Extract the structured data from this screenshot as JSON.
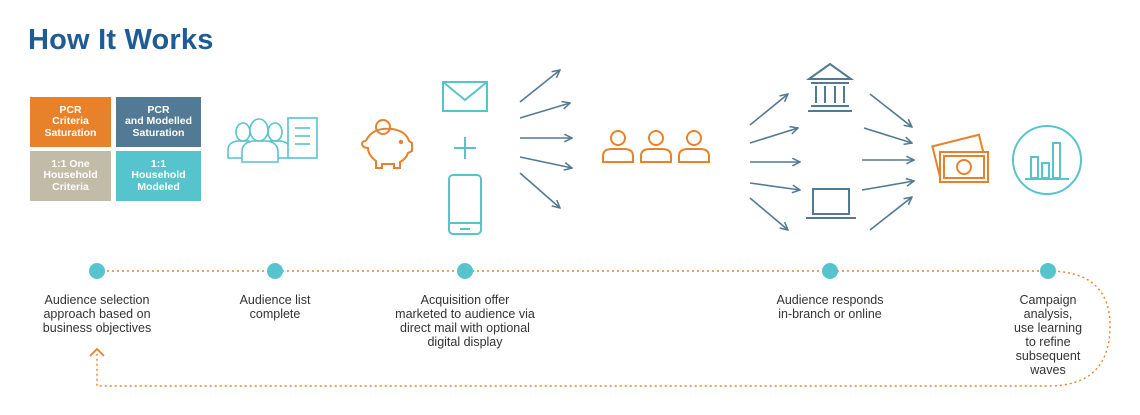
{
  "title": "How It Works",
  "segments": [
    {
      "label": "PCR\nCriteria\nSaturation",
      "color": "#e8822a"
    },
    {
      "label": "PCR\nand Modelled\nSaturation",
      "color": "#537a94"
    },
    {
      "label": "1:1 One\nHousehold\nCriteria",
      "color": "#c2bba8"
    },
    {
      "label": "1:1\nHousehold\nModeled",
      "color": "#56c4cc"
    }
  ],
  "steps": [
    {
      "label": "Audience selection\napproach based on\nbusiness objectives"
    },
    {
      "label": "Audience list\ncomplete"
    },
    {
      "label": "Acquisition offer\nmarketed to audience via\ndirect mail with optional\ndigital display"
    },
    {
      "label": "Audience responds\nin-branch or online"
    },
    {
      "label": "Campaign\nanalysis,\nuse learning\nto refine\nsubsequent\nwaves"
    }
  ],
  "colors": {
    "teal": "#56c4cc",
    "orange": "#e8822a",
    "slate": "#537a94",
    "title": "#1f5c94"
  },
  "icons": [
    "audience-list-icon",
    "piggy-bank-icon",
    "envelope-icon",
    "plus-icon",
    "smartphone-icon",
    "people-icon",
    "bank-icon",
    "laptop-icon",
    "money-icon",
    "chart-circle-icon"
  ]
}
